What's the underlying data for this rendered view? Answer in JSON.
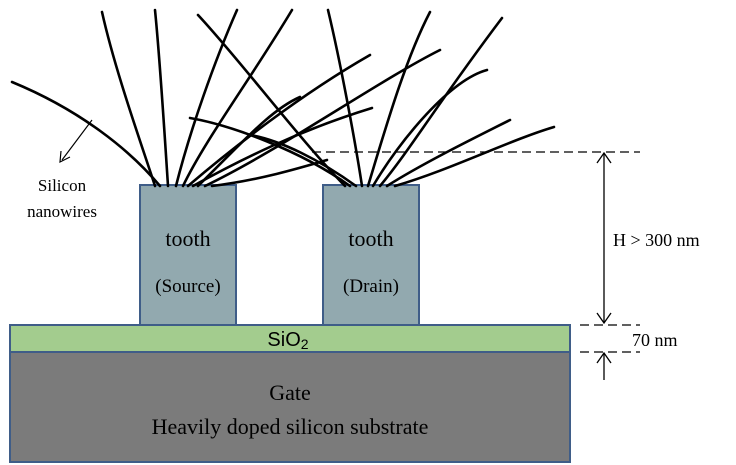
{
  "labels": {
    "nanowires_line1": "Silicon",
    "nanowires_line2": "nanowires",
    "source_title": "tooth",
    "source_sub": "(Source)",
    "drain_title": "tooth",
    "drain_sub": "(Drain)",
    "oxide": "SiO",
    "oxide_subscript": "2",
    "gate_line1": "Gate",
    "gate_line2": "Heavily doped silicon substrate",
    "height_dim": "H > 300 nm",
    "oxide_dim": "70 nm"
  },
  "colors": {
    "tooth_fill": "#92a9af",
    "tooth_stroke": "#3f5d88",
    "oxide_fill": "#a3cc8e",
    "gate_fill": "#7b7b7b",
    "outline": "#3f5d88",
    "wire": "#000000"
  }
}
